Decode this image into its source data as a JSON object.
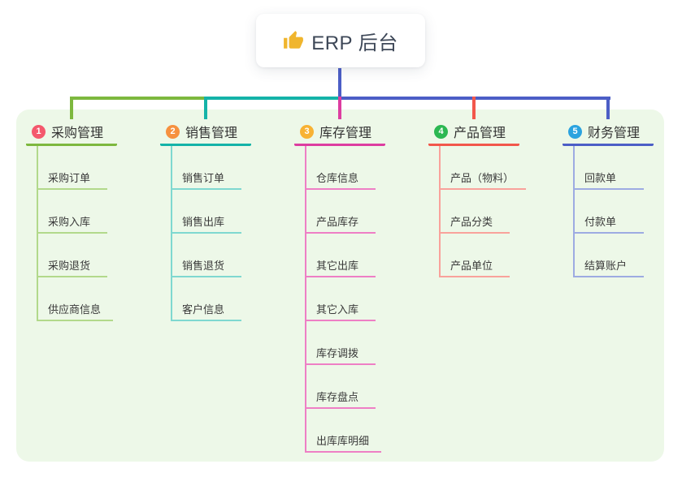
{
  "root": {
    "label": "ERP 后台",
    "icon": "thumbs-up"
  },
  "colors": {
    "canvas_bg": "#ffffff",
    "panel_bg": "#edf8e8",
    "root_connector": "#4c5ec6",
    "thumb_icon": "#f0b52d",
    "branch_palettes": [
      {
        "main": "#7db83e",
        "light": "#b2d98b",
        "badge": "#f4586d"
      },
      {
        "main": "#14b3a8",
        "light": "#7fd8d0",
        "badge": "#f6913f"
      },
      {
        "main": "#dd3da0",
        "light": "#ee7fc5",
        "badge": "#f8b233"
      },
      {
        "main": "#f2574b",
        "light": "#f9a29b",
        "badge": "#2cb852"
      },
      {
        "main": "#4c5ec6",
        "light": "#9dabe2",
        "badge": "#2ba3df"
      }
    ]
  },
  "branches": [
    {
      "number": "1",
      "label": "采购管理",
      "children": [
        "采购订单",
        "采购入库",
        "采购退货",
        "供应商信息"
      ]
    },
    {
      "number": "2",
      "label": "销售管理",
      "children": [
        "销售订单",
        "销售出库",
        "销售退货",
        "客户信息"
      ]
    },
    {
      "number": "3",
      "label": "库存管理",
      "children": [
        "仓库信息",
        "产品库存",
        "其它出库",
        "其它入库",
        "库存调拨",
        "库存盘点",
        "出库库明细"
      ]
    },
    {
      "number": "4",
      "label": "产品管理",
      "children": [
        "产品（物料）",
        "产品分类",
        "产品单位"
      ]
    },
    {
      "number": "5",
      "label": "财务管理",
      "children": [
        "回款单",
        "付款单",
        "结算账户"
      ]
    }
  ]
}
